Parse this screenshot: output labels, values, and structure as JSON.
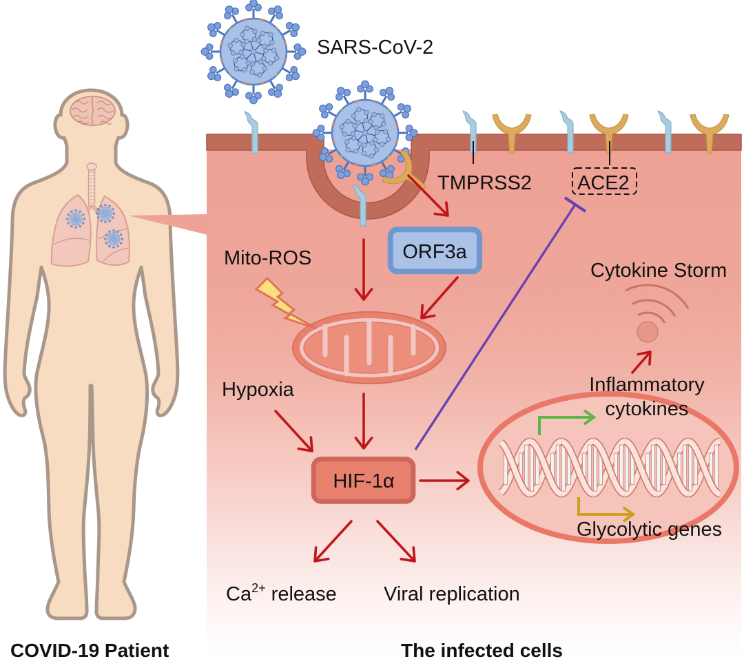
{
  "panels": {
    "patient_title": "COVID-19 Patient",
    "cell_title": "The infected cells"
  },
  "labels": {
    "sars_cov_2": "SARS-CoV-2",
    "tmprss2": "TMPRSS2",
    "ace2": "ACE2",
    "orf3a": "ORF3a",
    "mito_ros": "Mito-ROS",
    "hypoxia": "Hypoxia",
    "hif1a": "HIF-1α",
    "cytokine_storm": "Cytokine Storm",
    "inflammatory_cytokines": [
      "Inflammatory",
      "cytokines"
    ],
    "glycolytic_genes": "Glycolytic genes",
    "ca_release": {
      "base": "Ca",
      "sup": "2+",
      "rest": " release"
    },
    "viral_replication": "Viral replication"
  },
  "icons": [
    "human-body-icon",
    "brain-icon",
    "lungs-icon",
    "sars-cov-2-virion-icon",
    "tmprss2-receptor-icon",
    "ace2-receptor-icon",
    "mitochondrion-icon",
    "lightning-bolt-icon",
    "nucleus-icon",
    "dna-helix-icon",
    "cytokine-signal-icon"
  ],
  "pathway": {
    "edges": [
      {
        "id": "e-entry-mito",
        "from": "SARS-CoV-2 (receptor-bound)",
        "to": "mitochondrion",
        "type": "activation"
      },
      {
        "id": "e-entry-orf3a",
        "from": "SARS-CoV-2 (receptor-bound)",
        "to": "ORF3a",
        "type": "activation"
      },
      {
        "id": "e-orf3a-mito",
        "from": "ORF3a",
        "to": "mitochondrion",
        "type": "activation"
      },
      {
        "id": "e-ros-mito",
        "from": "Mito-ROS",
        "to": "mitochondrion",
        "type": "damage"
      },
      {
        "id": "e-mito-hif",
        "from": "mitochondrion",
        "to": "HIF-1α",
        "type": "activation"
      },
      {
        "id": "e-hypoxia-hif",
        "from": "Hypoxia",
        "to": "HIF-1α",
        "type": "activation"
      },
      {
        "id": "e-hif-ace2",
        "from": "HIF-1α",
        "to": "ACE2",
        "type": "inhibition"
      },
      {
        "id": "e-hif-nucleus",
        "from": "HIF-1α",
        "to": "nucleus",
        "type": "activation"
      },
      {
        "id": "e-nucleus-inflammatory",
        "from": "nucleus",
        "to": "Inflammatory cytokines",
        "type": "transcription"
      },
      {
        "id": "e-nucleus-glycolytic",
        "from": "nucleus",
        "to": "Glycolytic genes",
        "type": "transcription"
      },
      {
        "id": "e-inflammatory-storm",
        "from": "Inflammatory cytokines",
        "to": "Cytokine Storm",
        "type": "activation"
      },
      {
        "id": "e-hif-ca",
        "from": "HIF-1α",
        "to": "Ca2+ release",
        "type": "activation"
      },
      {
        "id": "e-hif-replication",
        "from": "HIF-1α",
        "to": "Viral replication",
        "type": "activation"
      }
    ]
  },
  "colors": {
    "activation_arrow": "#c0161b",
    "inhibition_line": "#6a40b4",
    "inflammatory_transcription": "#5cb547",
    "glycolytic_transcription": "#c9a11f",
    "cell_cytoplasm": "#eea396",
    "cell_membrane": "#c06c5b",
    "orf3a_box": "#a9c2e6",
    "hif1a_box": "#e8806e",
    "skin": "#f8dcc2",
    "text": "#111111"
  }
}
